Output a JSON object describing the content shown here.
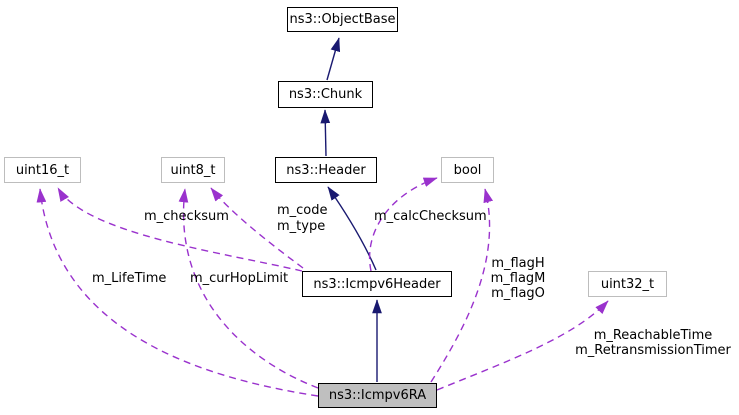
{
  "diagram": {
    "kind": "doxygen-collaboration-graph",
    "nodes": {
      "objectbase": "ns3::ObjectBase",
      "chunk": "ns3::Chunk",
      "header": "ns3::Header",
      "icmpv6header": "ns3::Icmpv6Header",
      "icmpv6ra": "ns3::Icmpv6RA",
      "uint16": "uint16_t",
      "uint8": "uint8_t",
      "bool": "bool",
      "uint32": "uint32_t"
    },
    "edge_labels": {
      "checksum": "m_checksum",
      "code": "m_code",
      "type": "m_type",
      "calc_checksum": "m_calcChecksum",
      "lifetime": "m_LifeTime",
      "cur_hop_limit": "m_curHopLimit",
      "flag_h": "m_flagH",
      "flag_m": "m_flagM",
      "flag_o": "m_flagO",
      "reachable_time": "m_ReachableTime",
      "retransmission_timer": "m_RetransmissionTimer"
    },
    "colors": {
      "inheritance_edge": "#191970",
      "usage_edge": "#9a32cd",
      "node_fill": "#ffffff",
      "current_node_fill": "#bfbfbf",
      "class_border": "#000000",
      "type_border": "#bdbdbd",
      "text": "#000000"
    }
  }
}
